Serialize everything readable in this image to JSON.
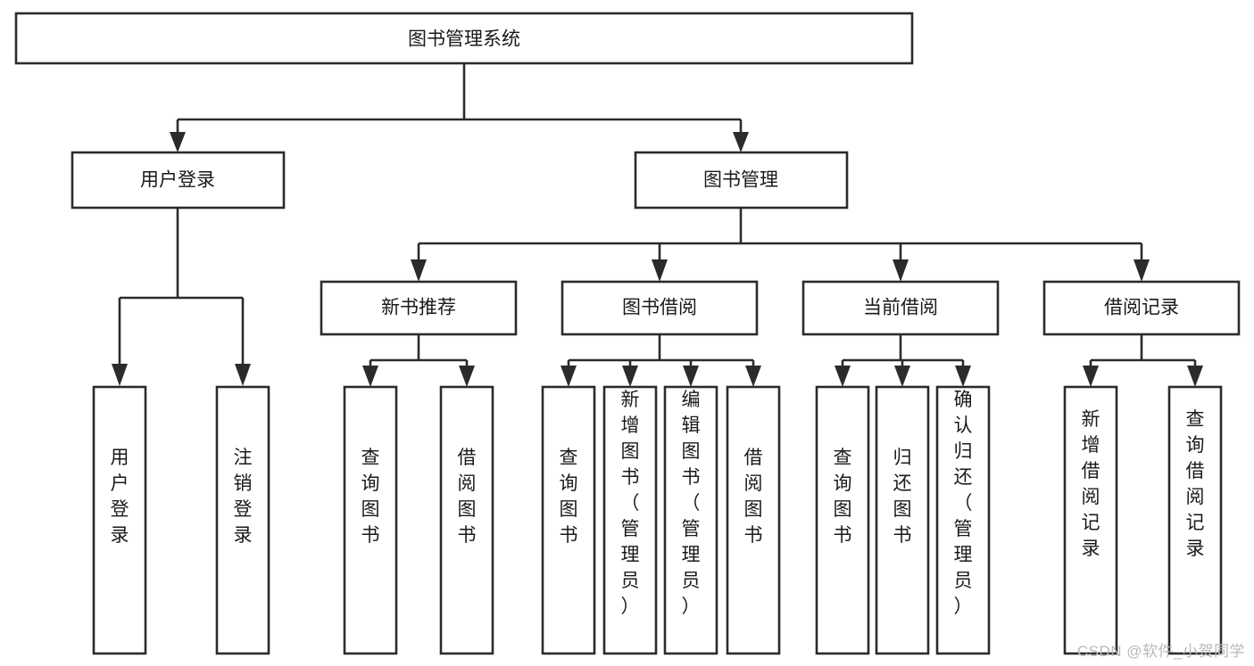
{
  "diagram": {
    "title": "图书管理系统",
    "type": "tree-hierarchy-diagram",
    "colors": {
      "box_stroke": "#2b2b2b",
      "box_fill": "#ffffff",
      "text": "#1a1a1a",
      "background": "#ffffff",
      "watermark": "#b9b9b9"
    },
    "root": {
      "id": "root",
      "label": "图书管理系统"
    },
    "level2": [
      {
        "id": "user-login",
        "label": "用户登录"
      },
      {
        "id": "book-management",
        "label": "图书管理"
      }
    ],
    "level3": [
      {
        "id": "new-book-recommend",
        "label": "新书推荐",
        "parent": "book-management"
      },
      {
        "id": "book-borrow",
        "label": "图书借阅",
        "parent": "book-management"
      },
      {
        "id": "current-borrow",
        "label": "当前借阅",
        "parent": "book-management"
      },
      {
        "id": "borrow-record",
        "label": "借阅记录",
        "parent": "book-management"
      }
    ],
    "leaves": {
      "user-login": [
        {
          "id": "leaf-user-login",
          "label": "用户登录"
        },
        {
          "id": "leaf-user-logout",
          "label": "注销登录"
        }
      ],
      "new-book-recommend": [
        {
          "id": "leaf-query-book-1",
          "label": "查询图书"
        },
        {
          "id": "leaf-borrow-book-1",
          "label": "借阅图书"
        }
      ],
      "book-borrow": [
        {
          "id": "leaf-query-book-2",
          "label": "查询图书"
        },
        {
          "id": "leaf-add-book",
          "label": "新增图书（管理员）"
        },
        {
          "id": "leaf-edit-book",
          "label": "编辑图书（管理员）"
        },
        {
          "id": "leaf-borrow-book-2",
          "label": "借阅图书"
        }
      ],
      "current-borrow": [
        {
          "id": "leaf-query-book-3",
          "label": "查询图书"
        },
        {
          "id": "leaf-return-book",
          "label": "归还图书"
        },
        {
          "id": "leaf-confirm-return",
          "label": "确认归还（管理员）"
        }
      ],
      "borrow-record": [
        {
          "id": "leaf-add-record",
          "label": "新增借阅记录"
        },
        {
          "id": "leaf-query-record",
          "label": "查询借阅记录"
        }
      ]
    }
  },
  "watermark": {
    "text": "CSDN @软件_小贺同学"
  }
}
